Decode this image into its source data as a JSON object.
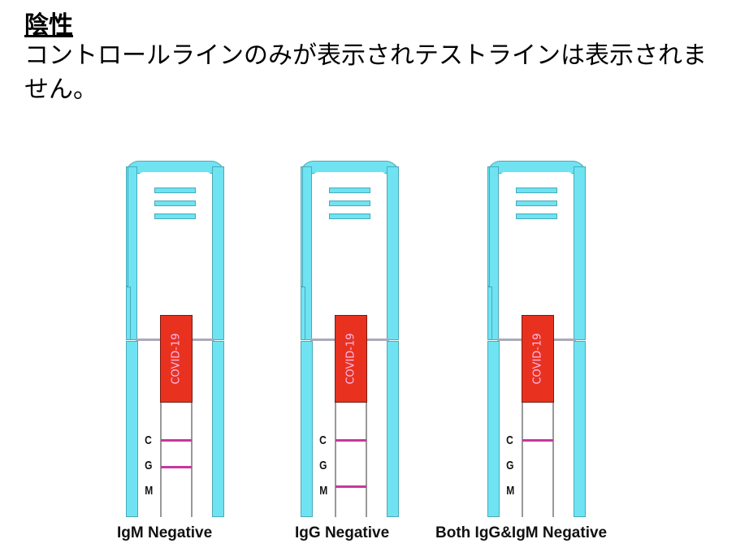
{
  "heading": "陰性",
  "description": "コントロールラインのみが表示されテストラインは表示されません。",
  "colors": {
    "housing": "#6fe3f2",
    "sample_pad": "#e8321f",
    "result_line": "#c8379e"
  },
  "devices": [
    {
      "pad_text": "COVID-19",
      "letters": [
        "C",
        "G",
        "M"
      ],
      "visible_lines": [
        "C",
        "G"
      ],
      "caption": "IgM Negative"
    },
    {
      "pad_text": "COVID-19",
      "letters": [
        "C",
        "G",
        "M"
      ],
      "visible_lines": [
        "C",
        "M"
      ],
      "caption": "IgG Negative"
    },
    {
      "pad_text": "COVID-19",
      "letters": [
        "C",
        "G",
        "M"
      ],
      "visible_lines": [
        "C"
      ],
      "caption": "Both IgG&IgM Negative"
    }
  ]
}
